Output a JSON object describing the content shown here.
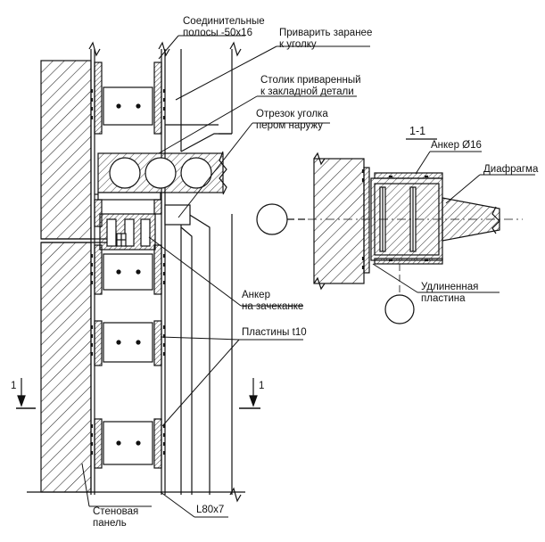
{
  "labels": {
    "connecting_strips": [
      "Соединительные",
      "полосы -50х16"
    ],
    "weld_beforehand": [
      "Приварить заранее",
      "к уголку"
    ],
    "welded_table": [
      "Столик приваренный",
      "к закладной детали"
    ],
    "angle_piece": [
      "Отрезок уголка",
      "пером наружу"
    ],
    "anchor_caulk": [
      "Анкер",
      "на зачеканке"
    ],
    "plates_t10": "Пластины t10",
    "wall_panel": [
      "Стеновая",
      "панель"
    ],
    "angle_l80": "L80x7",
    "section_title": "1-1",
    "anchor_d16": "Анкер Ø16",
    "diaphragm": "Диафрагма",
    "extended_plate": [
      "Удлиненная",
      "пластина"
    ],
    "cut_mark_left": "1",
    "cut_mark_right": "1"
  },
  "colors": {
    "line": "#111111",
    "hatch": "#222222",
    "background": "#ffffff"
  }
}
